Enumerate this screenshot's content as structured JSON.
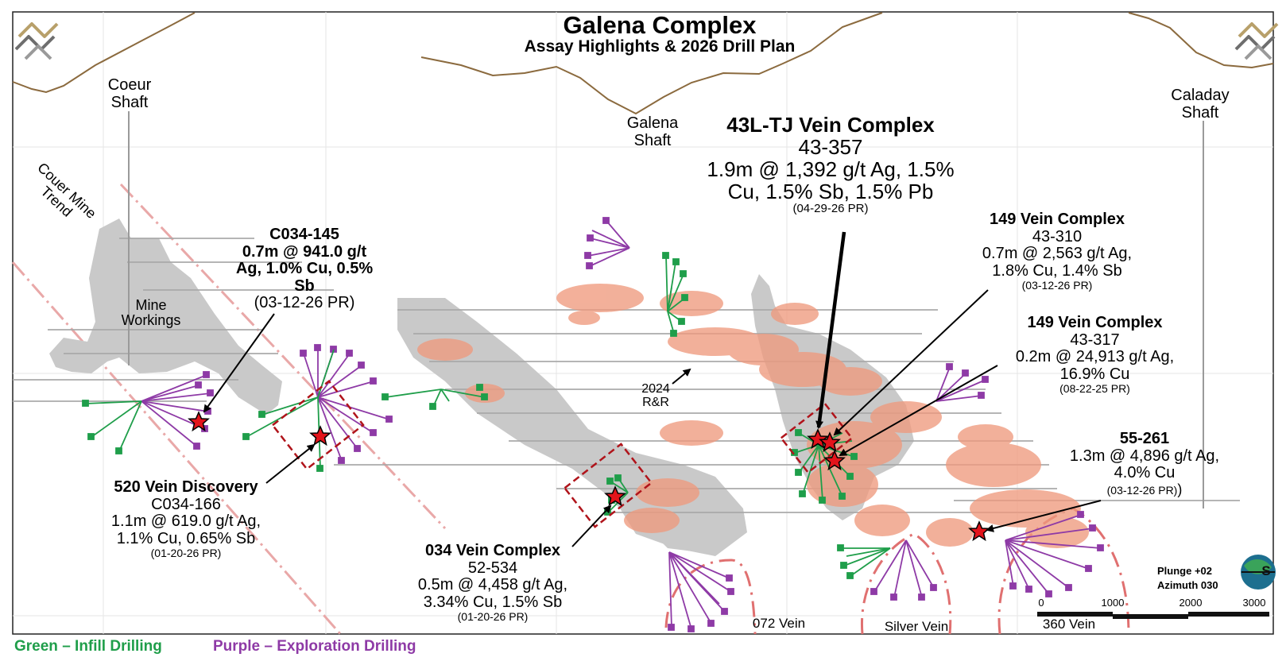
{
  "header": {
    "title": "Galena Complex",
    "subtitle": "Assay Highlights & 2026 Drill Plan"
  },
  "shafts": {
    "coeur": [
      "Coeur",
      "Shaft"
    ],
    "galena": [
      "Galena",
      "Shaft"
    ],
    "caladay": [
      "Caladay",
      "Shaft"
    ]
  },
  "labels": {
    "trend": [
      "Couer Mine",
      "Trend"
    ],
    "mine_workings": [
      "Mine",
      "Workings"
    ],
    "rr": [
      "2024",
      "R&R"
    ],
    "vein_072": "072  Vein",
    "vein_silver": "Silver Vein",
    "vein_360": "360 Vein"
  },
  "callouts": {
    "c034_145": {
      "hole": "C034-145",
      "lines": [
        "0.7m @ 941.0 g/t",
        "Ag, 1.0% Cu, 0.5%",
        "Sb"
      ],
      "pr": "(03-12-26 PR)"
    },
    "vein520": {
      "title": "520 Vein Discovery",
      "hole": "C034-166",
      "lines": [
        "1.1m @ 619.0 g/t Ag,",
        "1.1% Cu, 0.65% Sb"
      ],
      "pr": "(01-20-26 PR)"
    },
    "vein034": {
      "title": "034 Vein Complex",
      "hole": "52-534",
      "lines": [
        "0.5m @ 4,458 g/t Ag,",
        "3.34% Cu, 1.5% Sb"
      ],
      "pr": "(01-20-26 PR)"
    },
    "vein43l": {
      "title": "43L-TJ Vein Complex",
      "hole": "43-357",
      "lines": [
        "1.9m @ 1,392 g/t Ag, 1.5%",
        "Cu, 1.5% Sb, 1.5% Pb"
      ],
      "pr": "(04-29-26 PR)"
    },
    "vein149a": {
      "title": "149 Vein Complex",
      "hole": "43-310",
      "lines": [
        "0.7m @ 2,563 g/t Ag,",
        "1.8% Cu, 1.4% Sb"
      ],
      "pr": "(03-12-26 PR)"
    },
    "vein149b": {
      "title": "149 Vein Complex",
      "hole": "43-317",
      "lines": [
        "0.2m @ 24,913 g/t Ag,",
        "16.9% Cu"
      ],
      "pr": "(08-22-25 PR)"
    },
    "hole55": {
      "hole": "55-261",
      "lines": [
        "1.3m @ 4,896 g/t Ag,",
        "4.0% Cu"
      ],
      "pr": "(03-12-26 PR)",
      "pr_suffix": ")"
    }
  },
  "orientation": {
    "plunge": "Plunge +02",
    "azimuth": "Azimuth 030",
    "compass_letter": "S"
  },
  "scale_bar": {
    "ticks": [
      "0",
      "1000",
      "2000",
      "3000"
    ]
  },
  "legend": {
    "infill": "Green – Infill Drilling",
    "exploration": "Purple – Exploration Drilling"
  },
  "colors": {
    "infill": "#1f9e4a",
    "exploration": "#8e3aa6",
    "topography": "#8b6a3e",
    "ore_zones": "#ef9a7e",
    "workings": "#c9c9c9",
    "star": "#e3141b",
    "target_box": "#b0141b"
  }
}
